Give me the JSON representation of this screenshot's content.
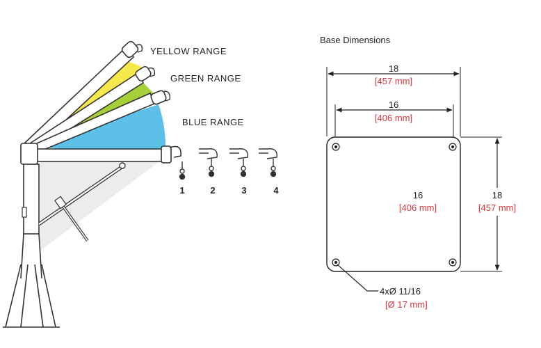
{
  "ranges": {
    "yellow": "YELLOW RANGE",
    "green": "GREEN RANGE",
    "blue": "BLUE RANGE"
  },
  "positions": [
    "1",
    "2",
    "3",
    "4"
  ],
  "base": {
    "title": "Base Dimensions",
    "outer_width": "18",
    "outer_width_mm": "[457 mm]",
    "hole_spacing_x": "16",
    "hole_spacing_x_mm": "[406 mm]",
    "hole_spacing_y": "16",
    "hole_spacing_y_mm": "[406 mm]",
    "outer_height": "18",
    "outer_height_mm": "[457 mm]",
    "holes": "4xØ 11/16",
    "holes_mm": "[Ø 17 mm]"
  },
  "colors": {
    "yellow": "#f6e84a",
    "green": "#a7cf3a",
    "blue": "#5cc0e8",
    "metric": "#d9363e"
  }
}
